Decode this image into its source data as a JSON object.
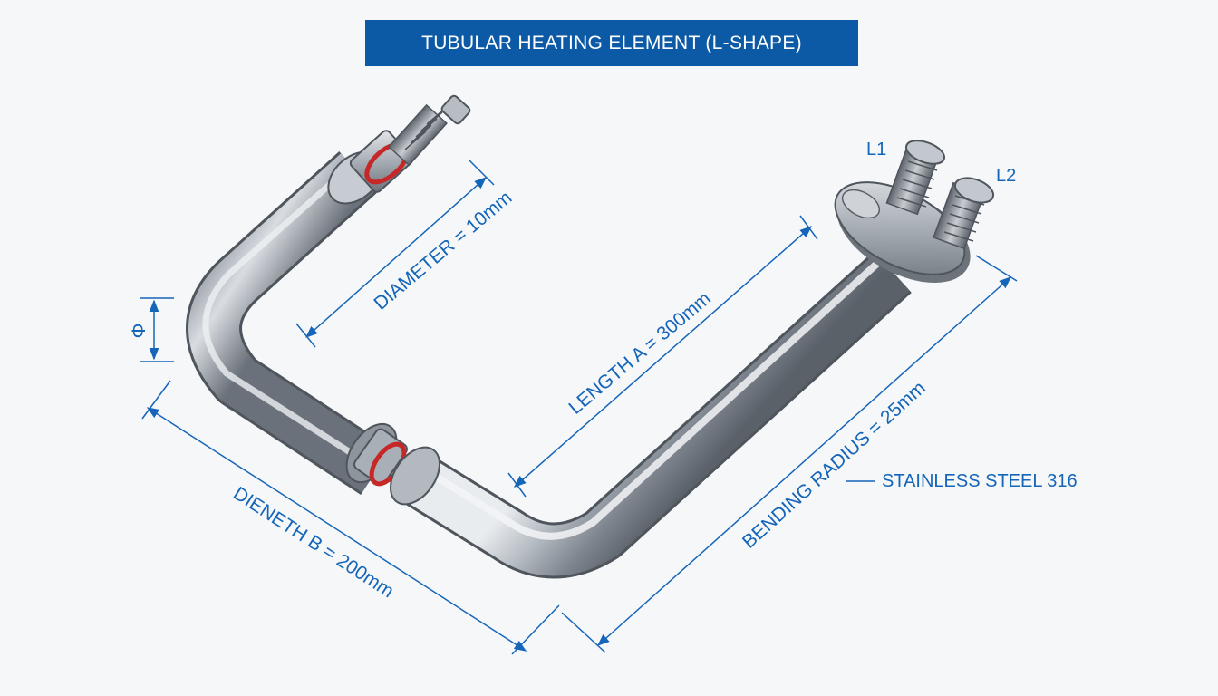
{
  "title": "TUBULAR HEATING ELEMENT (L-SHAPE)",
  "dimensions": {
    "diameter": "DIAMETER = 10mm",
    "length_a": "LENGTH A = 300mm",
    "length_b": "DIENETH B = 200mm",
    "bending_radius": "BENDING RADIUS = 25mm",
    "diameter_symbol": "Φ"
  },
  "labels": {
    "terminal_1": "L1",
    "terminal_2": "L2",
    "material": "STAINLESS STEEL 316"
  },
  "colors": {
    "banner": "#0c5aa6",
    "annotation": "#1565b8",
    "steel": "#9aa0a8",
    "seal_ring": "#c62828"
  }
}
